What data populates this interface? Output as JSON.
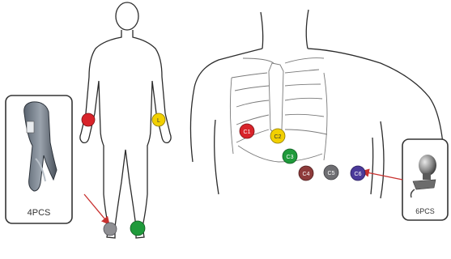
{
  "left_panel": {
    "label": "4PCS"
  },
  "right_panel": {
    "label": "6PCS"
  },
  "limb_electrodes": [
    {
      "id": "RA",
      "label": "",
      "color": "#d8232a"
    },
    {
      "id": "LA",
      "label": "L",
      "color": "#f2d000"
    },
    {
      "id": "RL",
      "label": "",
      "color": "#8f8f93"
    },
    {
      "id": "LL",
      "label": "",
      "color": "#1f9a3b"
    }
  ],
  "chest_electrodes": [
    {
      "id": "C1",
      "label": "C1",
      "color": "#d8232a"
    },
    {
      "id": "C2",
      "label": "C2",
      "color": "#f2d000"
    },
    {
      "id": "C3",
      "label": "C3",
      "color": "#1f9a3b"
    },
    {
      "id": "C4",
      "label": "C4",
      "color": "#8e3b3b"
    },
    {
      "id": "C5",
      "label": "C5",
      "color": "#6e6e72"
    },
    {
      "id": "C6",
      "label": "C6",
      "color": "#4b3a9a"
    }
  ],
  "colors": {
    "outline": "#2b2b2b",
    "arrow": "#c8312f",
    "panel_border": "#333333"
  }
}
